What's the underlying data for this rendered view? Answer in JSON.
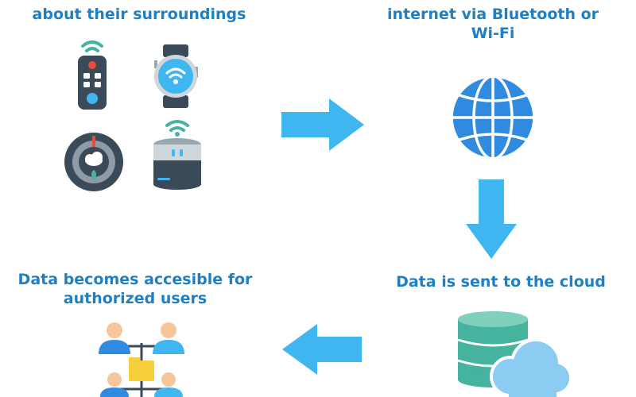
{
  "steps": {
    "devices": {
      "caption": "about their surroundings"
    },
    "internet": {
      "caption_line1": "internet via Bluetooth or",
      "caption_line2": "Wi-Fi"
    },
    "cloud": {
      "caption": "Data is sent to the cloud"
    },
    "users": {
      "caption_line1": "Data becomes accesible for",
      "caption_line2": "authorized users"
    }
  },
  "icons": {
    "remote": "remote-control-icon",
    "watch": "smartwatch-icon",
    "thermostat": "thermostat-icon",
    "speaker": "smart-speaker-icon",
    "globe": "globe-icon",
    "database": "database-icon",
    "cloud": "cloud-icon",
    "users": "user-network-icon",
    "arrows": [
      "arrow-right-icon",
      "arrow-down-icon",
      "arrow-left-icon"
    ]
  },
  "colors": {
    "caption": "#1f7fc4",
    "arrow": "#3fb6f0",
    "globe": "#2f8ae0",
    "database": "#45b39d",
    "cloud": "#8ccbf2"
  }
}
